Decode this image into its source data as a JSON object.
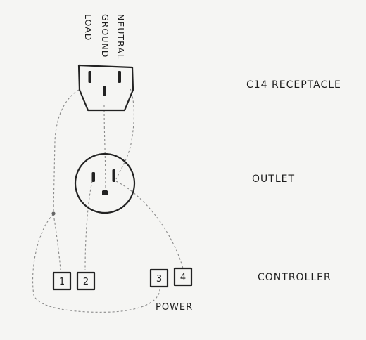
{
  "components": {
    "receptacle": {
      "label": "C14 RECEPTACLE"
    },
    "outlet": {
      "label": "OUTLET"
    },
    "controller": {
      "label": "CONTROLLER"
    }
  },
  "pin_labels": {
    "neutral": "NEUTRAL",
    "ground": "GROUND",
    "load": "LOAD"
  },
  "terminals": [
    "1",
    "2",
    "3",
    "4"
  ],
  "power_label": "POWER",
  "colors": {
    "ink": "#222222",
    "wire": "#8a8a8a",
    "paper": "#f5f5f3"
  }
}
